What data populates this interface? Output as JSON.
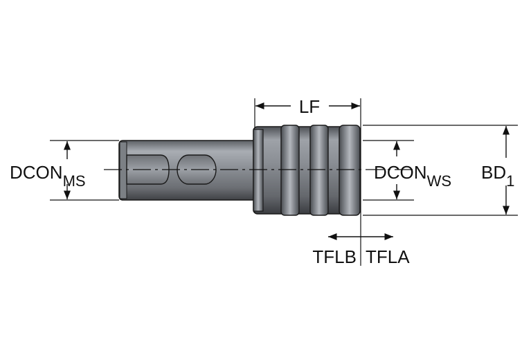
{
  "labels": {
    "lf": "LF",
    "dcon_ms_main": "DCON",
    "dcon_ms_sub": "MS",
    "dcon_ws_main": "DCON",
    "dcon_ws_sub": "WS",
    "bd_main": "BD",
    "bd_sub": "1",
    "tflb": "TFLB",
    "tfla": "TFLA"
  }
}
